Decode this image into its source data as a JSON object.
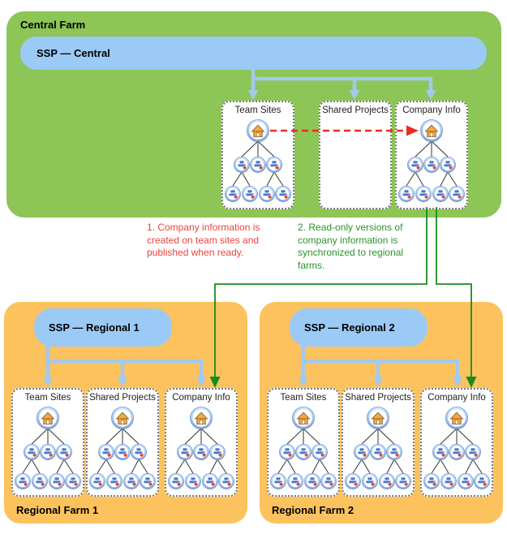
{
  "colors": {
    "farm_green": "#8dc556",
    "farm_orange": "#fcc25e",
    "ssp_blue": "#9bcaf6",
    "arrow_blue": "#a3c9ee",
    "publish_red": "#ee2a20",
    "sync_green": "#1a8c1a",
    "annotation_red": "#e8443e",
    "annotation_green": "#2a942a"
  },
  "icons": {
    "home": "home-site-icon",
    "subsite": "subsite-icon"
  },
  "central_farm": {
    "label": "Central Farm",
    "ssp_label": "SSP — Central",
    "boxes": [
      {
        "label": "Team Sites",
        "has_tree": true
      },
      {
        "label": "Shared Projects",
        "has_tree": false
      },
      {
        "label": "Company Info",
        "has_tree": true
      }
    ]
  },
  "annotations": [
    {
      "name": "publish-step",
      "lines": [
        "1. Company information is",
        "created on team sites and",
        "published when ready."
      ]
    },
    {
      "name": "sync-step",
      "lines": [
        "2. Read-only versions of",
        "company information is",
        "synchronized to regional",
        "farms."
      ]
    }
  ],
  "regional_farms": [
    {
      "label": "Regional Farm 1",
      "ssp_label": "SSP — Regional 1",
      "boxes": [
        {
          "label": "Team Sites",
          "has_tree": true
        },
        {
          "label": "Shared Projects",
          "has_tree": true
        },
        {
          "label": "Company Info",
          "has_tree": true
        }
      ]
    },
    {
      "label": "Regional Farm 2",
      "ssp_label": "SSP — Regional 2",
      "boxes": [
        {
          "label": "Team Sites",
          "has_tree": true
        },
        {
          "label": "Shared Projects",
          "has_tree": true
        },
        {
          "label": "Company Info",
          "has_tree": true
        }
      ]
    }
  ]
}
